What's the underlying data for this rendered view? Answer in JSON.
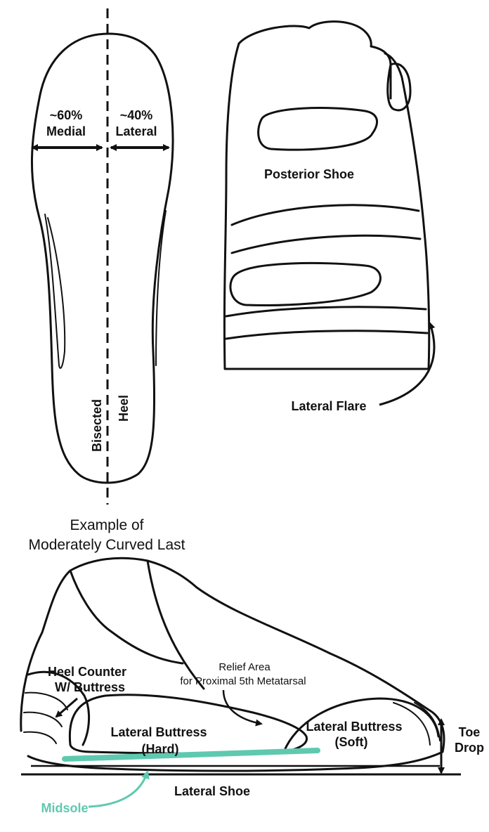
{
  "insole": {
    "medial_pct": "~60%",
    "medial_label": "Medial",
    "lateral_pct": "~40%",
    "lateral_label": "Lateral",
    "bisected": "Bisected",
    "heel": "Heel",
    "caption_line1": "Example of",
    "caption_line2": "Moderately Curved Last"
  },
  "posterior": {
    "title": "Posterior Shoe",
    "flare_label": "Lateral Flare"
  },
  "lateral_shoe": {
    "heel_counter_line1": "Heel Counter",
    "heel_counter_line2": "W/ Buttress",
    "relief_line1": "Relief Area",
    "relief_line2": "for Proximal 5th Metatarsal",
    "buttress_soft_line1": "Lateral Buttress",
    "buttress_soft_line2": "(Soft)",
    "buttress_hard_line1": "Lateral Buttress",
    "buttress_hard_line2": "(Hard)",
    "toe_drop_line1": "Toe",
    "toe_drop_line2": "Drop",
    "midsole": "Midsole",
    "title": "Lateral Shoe"
  },
  "colors": {
    "ink": "#111111",
    "midsole": "#5fc9b0"
  }
}
